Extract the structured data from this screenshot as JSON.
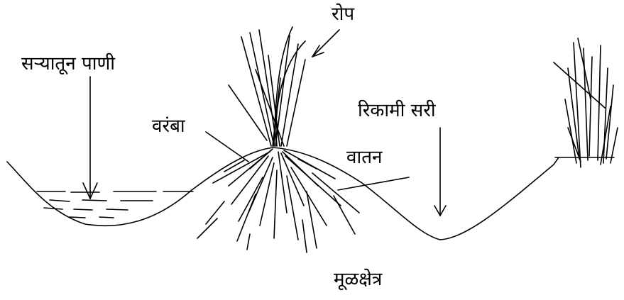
{
  "diagram": {
    "labels": {
      "water_in_furrow": "सऱ्यातून पाणी",
      "ridge": "वरंबा",
      "seedling": "रोप",
      "empty_furrow": "रिकामी सरी",
      "moisture": "वातन",
      "root_zone": "मूळक्षेत्र"
    },
    "colors": {
      "ink": "#000000",
      "background": "#ffffff"
    }
  }
}
